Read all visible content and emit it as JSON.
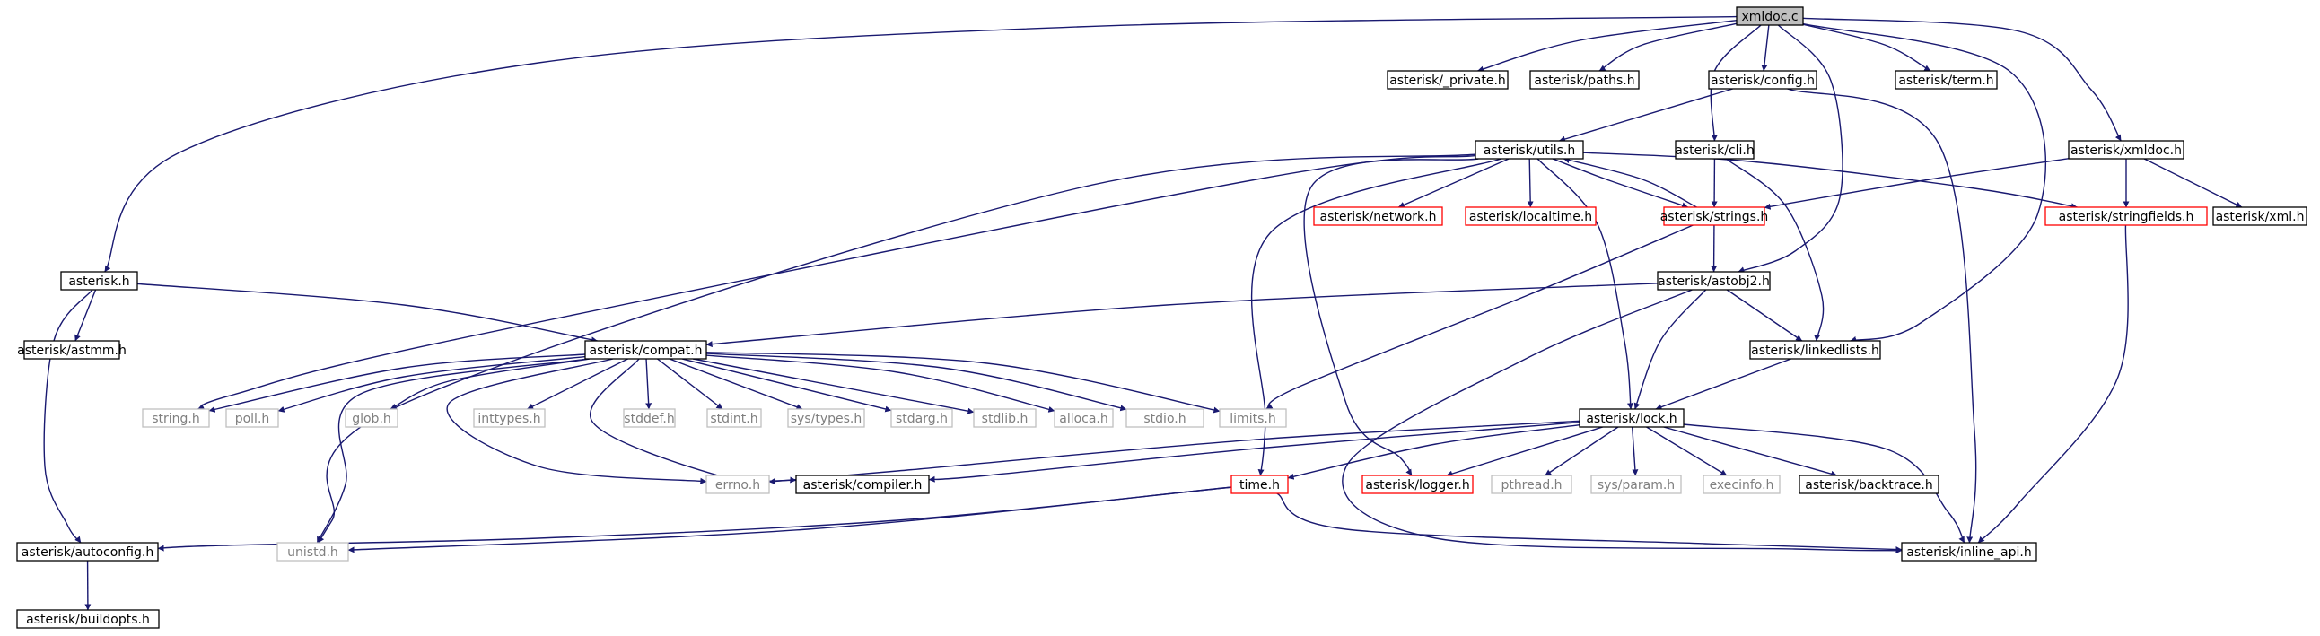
{
  "diagram": {
    "type": "include-dependency-graph",
    "colors": {
      "edge": "#191970",
      "root_fill": "#bfbfbf",
      "normal_border": "#000000",
      "expandable_border": "#ff0000",
      "system_border": "#bfbfbf",
      "system_text": "#7f7f7f",
      "text": "#000000"
    },
    "nodes": [
      {
        "id": "xmldoc",
        "label": "xmldoc.c",
        "kind": "root"
      },
      {
        "id": "private",
        "label": "asterisk/_private.h",
        "kind": "normal"
      },
      {
        "id": "paths",
        "label": "asterisk/paths.h",
        "kind": "normal"
      },
      {
        "id": "config",
        "label": "asterisk/config.h",
        "kind": "normal"
      },
      {
        "id": "term",
        "label": "asterisk/term.h",
        "kind": "normal"
      },
      {
        "id": "utils",
        "label": "asterisk/utils.h",
        "kind": "normal"
      },
      {
        "id": "cli",
        "label": "asterisk/cli.h",
        "kind": "normal"
      },
      {
        "id": "xmldoch",
        "label": "asterisk/xmldoc.h",
        "kind": "normal"
      },
      {
        "id": "network",
        "label": "asterisk/network.h",
        "kind": "expandable"
      },
      {
        "id": "localtime",
        "label": "asterisk/localtime.h",
        "kind": "expandable"
      },
      {
        "id": "strings",
        "label": "asterisk/strings.h",
        "kind": "expandable"
      },
      {
        "id": "stringfields",
        "label": "asterisk/stringfields.h",
        "kind": "expandable"
      },
      {
        "id": "xml",
        "label": "asterisk/xml.h",
        "kind": "normal"
      },
      {
        "id": "asteriskh",
        "label": "asterisk.h",
        "kind": "normal"
      },
      {
        "id": "astobj2",
        "label": "asterisk/astobj2.h",
        "kind": "normal"
      },
      {
        "id": "astmm",
        "label": "asterisk/astmm.h",
        "kind": "normal"
      },
      {
        "id": "compat",
        "label": "asterisk/compat.h",
        "kind": "normal"
      },
      {
        "id": "linkedlists",
        "label": "asterisk/linkedlists.h",
        "kind": "normal"
      },
      {
        "id": "stringh",
        "label": "string.h",
        "kind": "system"
      },
      {
        "id": "pollh",
        "label": "poll.h",
        "kind": "system"
      },
      {
        "id": "globh",
        "label": "glob.h",
        "kind": "system"
      },
      {
        "id": "inttypes",
        "label": "inttypes.h",
        "kind": "system"
      },
      {
        "id": "stddef",
        "label": "stddef.h",
        "kind": "system"
      },
      {
        "id": "stdint",
        "label": "stdint.h",
        "kind": "system"
      },
      {
        "id": "systypes",
        "label": "sys/types.h",
        "kind": "system"
      },
      {
        "id": "stdarg",
        "label": "stdarg.h",
        "kind": "system"
      },
      {
        "id": "stdlib",
        "label": "stdlib.h",
        "kind": "system"
      },
      {
        "id": "alloca",
        "label": "alloca.h",
        "kind": "system"
      },
      {
        "id": "stdio",
        "label": "stdio.h",
        "kind": "system"
      },
      {
        "id": "limits",
        "label": "limits.h",
        "kind": "system"
      },
      {
        "id": "lock",
        "label": "asterisk/lock.h",
        "kind": "normal"
      },
      {
        "id": "errno",
        "label": "errno.h",
        "kind": "system"
      },
      {
        "id": "compiler",
        "label": "asterisk/compiler.h",
        "kind": "normal"
      },
      {
        "id": "timeh",
        "label": "time.h",
        "kind": "expandable"
      },
      {
        "id": "logger",
        "label": "asterisk/logger.h",
        "kind": "expandable"
      },
      {
        "id": "pthread",
        "label": "pthread.h",
        "kind": "system"
      },
      {
        "id": "sysparam",
        "label": "sys/param.h",
        "kind": "system"
      },
      {
        "id": "execinfo",
        "label": "execinfo.h",
        "kind": "system"
      },
      {
        "id": "backtrace",
        "label": "asterisk/backtrace.h",
        "kind": "normal"
      },
      {
        "id": "autoconfig",
        "label": "asterisk/autoconfig.h",
        "kind": "normal"
      },
      {
        "id": "unistd",
        "label": "unistd.h",
        "kind": "system"
      },
      {
        "id": "inlineapi",
        "label": "asterisk/inline_api.h",
        "kind": "normal"
      },
      {
        "id": "buildopts",
        "label": "asterisk/buildopts.h",
        "kind": "normal"
      }
    ],
    "edges": [
      [
        "xmldoc",
        "private"
      ],
      [
        "xmldoc",
        "paths"
      ],
      [
        "xmldoc",
        "config"
      ],
      [
        "xmldoc",
        "term"
      ],
      [
        "xmldoc",
        "cli"
      ],
      [
        "xmldoc",
        "xmldoch"
      ],
      [
        "xmldoc",
        "asteriskh"
      ],
      [
        "xmldoc",
        "astobj2"
      ],
      [
        "xmldoc",
        "linkedlists"
      ],
      [
        "config",
        "utils"
      ],
      [
        "config",
        "inlineapi"
      ],
      [
        "cli",
        "strings"
      ],
      [
        "cli",
        "linkedlists"
      ],
      [
        "xmldoch",
        "strings"
      ],
      [
        "xmldoch",
        "stringfields"
      ],
      [
        "xmldoch",
        "xml"
      ],
      [
        "utils",
        "network"
      ],
      [
        "utils",
        "localtime"
      ],
      [
        "utils",
        "strings"
      ],
      [
        "utils",
        "stringfields"
      ],
      [
        "utils",
        "stringh"
      ],
      [
        "utils",
        "unistd"
      ],
      [
        "utils",
        "timeh"
      ],
      [
        "utils",
        "logger"
      ],
      [
        "utils",
        "lock"
      ],
      [
        "strings",
        "utils"
      ],
      [
        "strings",
        "astobj2"
      ],
      [
        "strings",
        "limits"
      ],
      [
        "stringfields",
        "inlineapi"
      ],
      [
        "asteriskh",
        "astmm"
      ],
      [
        "asteriskh",
        "compat"
      ],
      [
        "asteriskh",
        "autoconfig"
      ],
      [
        "astobj2",
        "compat"
      ],
      [
        "astobj2",
        "linkedlists"
      ],
      [
        "astobj2",
        "lock"
      ],
      [
        "astobj2",
        "inlineapi"
      ],
      [
        "linkedlists",
        "lock"
      ],
      [
        "compat",
        "stringh"
      ],
      [
        "compat",
        "pollh"
      ],
      [
        "compat",
        "globh"
      ],
      [
        "compat",
        "inttypes"
      ],
      [
        "compat",
        "stddef"
      ],
      [
        "compat",
        "stdint"
      ],
      [
        "compat",
        "systypes"
      ],
      [
        "compat",
        "stdarg"
      ],
      [
        "compat",
        "stdlib"
      ],
      [
        "compat",
        "alloca"
      ],
      [
        "compat",
        "stdio"
      ],
      [
        "compat",
        "limits"
      ],
      [
        "compat",
        "errno"
      ],
      [
        "compat",
        "compiler"
      ],
      [
        "compat",
        "unistd"
      ],
      [
        "lock",
        "errno"
      ],
      [
        "lock",
        "compiler"
      ],
      [
        "lock",
        "timeh"
      ],
      [
        "lock",
        "logger"
      ],
      [
        "lock",
        "pthread"
      ],
      [
        "lock",
        "sysparam"
      ],
      [
        "lock",
        "execinfo"
      ],
      [
        "lock",
        "backtrace"
      ],
      [
        "lock",
        "inlineapi"
      ],
      [
        "timeh",
        "autoconfig"
      ],
      [
        "timeh",
        "unistd"
      ],
      [
        "timeh",
        "inlineapi"
      ],
      [
        "autoconfig",
        "buildopts"
      ]
    ]
  }
}
